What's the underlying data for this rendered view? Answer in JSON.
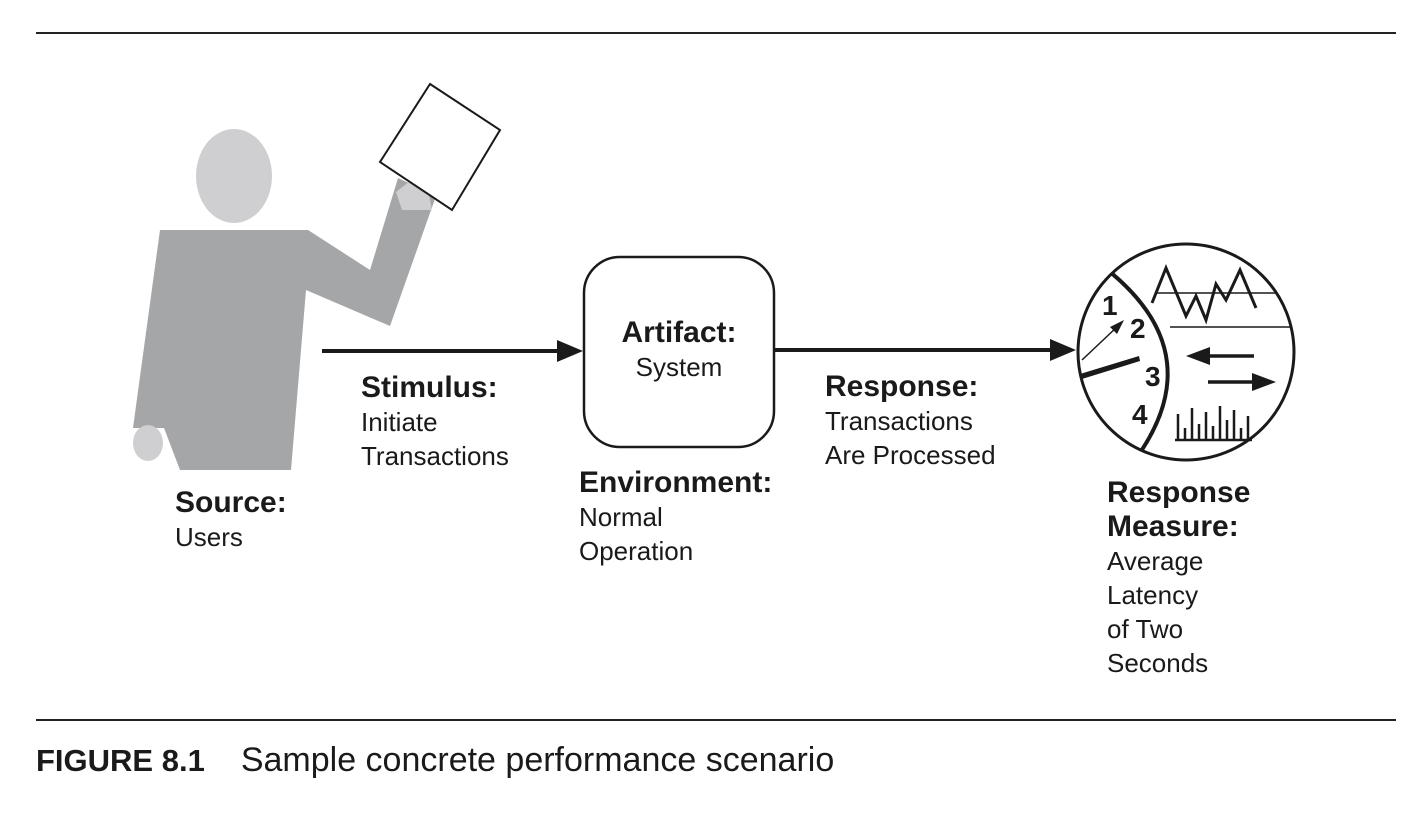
{
  "source": {
    "heading": "Source:",
    "lines": [
      "Users"
    ]
  },
  "stimulus": {
    "heading": "Stimulus:",
    "lines": [
      "Initiate",
      "Transactions"
    ]
  },
  "artifact": {
    "heading": "Artifact:",
    "lines": [
      "System"
    ]
  },
  "environment": {
    "heading": "Environment:",
    "lines": [
      "Normal",
      "Operation"
    ]
  },
  "response": {
    "heading": "Response:",
    "lines": [
      "Transactions",
      "Are Processed"
    ]
  },
  "response_measure": {
    "heading_lines": [
      "Response",
      "Measure:"
    ],
    "lines": [
      "Average",
      "Latency",
      "of Two",
      "Seconds"
    ]
  },
  "gauge": {
    "numbers": [
      "1",
      "2",
      "3",
      "4"
    ]
  },
  "caption": {
    "number": "FIGURE 8.1",
    "text": "Sample concrete performance scenario"
  },
  "colors": {
    "person": "#a5a6a8",
    "head": "#cfcfd1",
    "line": "#1a1a1a"
  }
}
